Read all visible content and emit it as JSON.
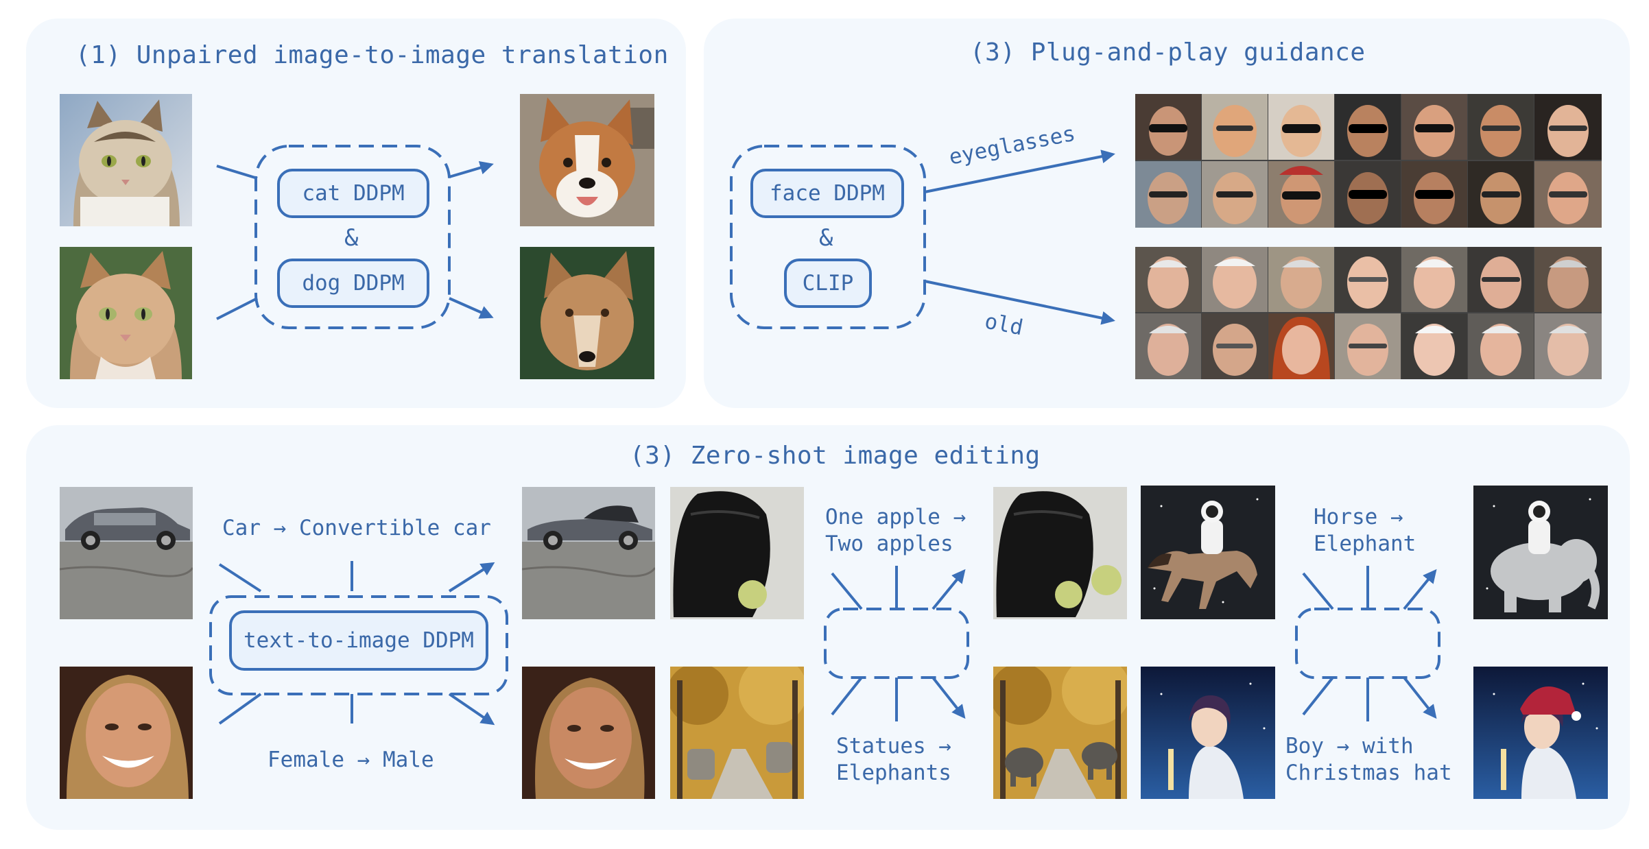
{
  "panels": {
    "translation": {
      "title": "(1) Unpaired image-to-image translation",
      "model_top": "cat DDPM",
      "connector": "&",
      "model_bottom": "dog DDPM"
    },
    "guidance": {
      "title": "(3) Plug-and-play guidance",
      "model_top": "face DDPM",
      "connector": "&",
      "model_bottom": "CLIP",
      "attr_top": "eyeglasses",
      "attr_bottom": "old"
    },
    "editing": {
      "title": "(3) Zero-shot image editing",
      "model": "text-to-image DDPM",
      "edit_car": "Car → Convertible car",
      "edit_gender": "Female → Male",
      "edit_apple_1": "One apple →",
      "edit_apple_2": "Two apples",
      "edit_statue_1": "Statues →",
      "edit_statue_2": "Elephants",
      "edit_horse_1": "Horse →",
      "edit_horse_2": "Elephant",
      "edit_boy_1": "Boy → with",
      "edit_boy_2": "Christmas hat"
    }
  },
  "colors": {
    "accent": "#3a6fb8",
    "text": "#3a68a8",
    "panel_bg": "#f3f8fd",
    "box_bg": "#e9f2fc"
  }
}
